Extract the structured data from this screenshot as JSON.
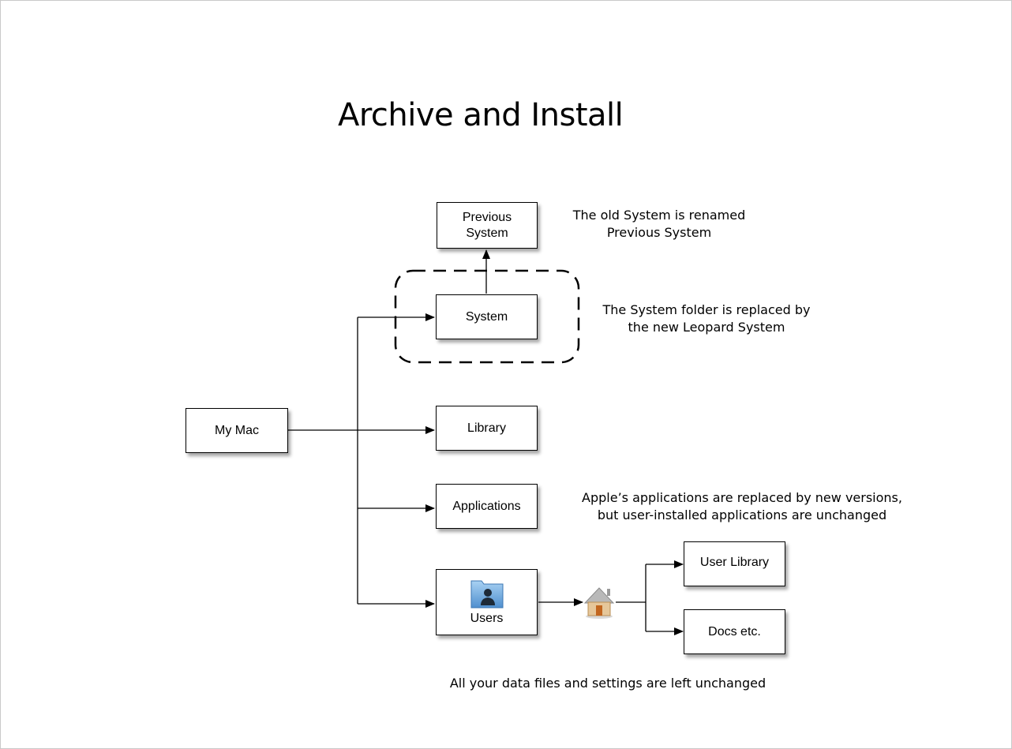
{
  "title": "Archive and Install",
  "nodes": {
    "my_mac": "My Mac",
    "previous_system": "Previous\nSystem",
    "system": "System",
    "library": "Library",
    "applications": "Applications",
    "users": "Users",
    "user_library": "User Library",
    "docs": "Docs etc."
  },
  "notes": {
    "previous_system": "The old System is renamed\nPrevious System",
    "system": "The System folder is replaced by\nthe new Leopard System",
    "applications": "Apple’s applications are replaced by new versions,\nbut user-installed applications are unchanged",
    "footer": "All your data files and settings are left unchanged"
  },
  "icons": [
    "users-folder-icon",
    "home-icon"
  ]
}
